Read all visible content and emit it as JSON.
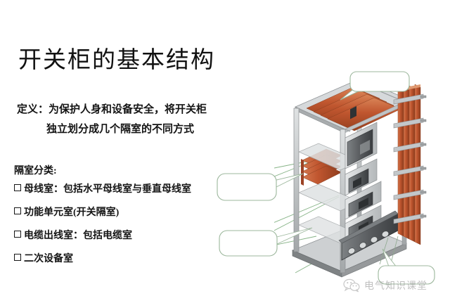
{
  "slide": {
    "title": "开关柜的基本结构",
    "definition": {
      "label": "定义：",
      "line1": "为保护人身和设备安全，将开关柜",
      "line2": "独立划分成几个隔室的不同方式"
    },
    "classification": {
      "heading": "隔室分类:",
      "items": [
        "母线室：包括水平母线室与垂直母线室",
        "功能单元室(开关隔室)",
        "电缆出线室：包括电缆室",
        "二次设备室"
      ]
    }
  },
  "callouts": [
    {
      "id": "callout-top-right",
      "text": ""
    },
    {
      "id": "callout-middle-left",
      "text": ""
    },
    {
      "id": "callout-lower-left",
      "text": ""
    },
    {
      "id": "callout-bottom-right",
      "text": ""
    }
  ],
  "diagram": {
    "name": "switchgear-cabinet-3d",
    "parts": {
      "frame": "cabinet-frame",
      "top_busbars": "horizontal-busbars",
      "side_busbars": "vertical-busbars",
      "switch_units": "functional-units",
      "terminal_block": "cable-terminal-block",
      "base": "cabinet-base"
    }
  },
  "watermark": {
    "text": "电气知识课堂",
    "icon": "wechat-icon"
  },
  "colors": {
    "busbar": "#c0562f",
    "busbar_dark": "#9c4225",
    "busbar_light": "#d4784f",
    "frame": "#b9bdbf",
    "frame_dark": "#8e9395",
    "frame_light": "#d9dcdd",
    "module_dark": "#4a4d50",
    "module_mid": "#6f7376",
    "module_light": "#c7cacb",
    "leader_green": "#7fae7f",
    "callout_border": "#9cb79c",
    "text": "#141414",
    "background": "#ffffff"
  }
}
